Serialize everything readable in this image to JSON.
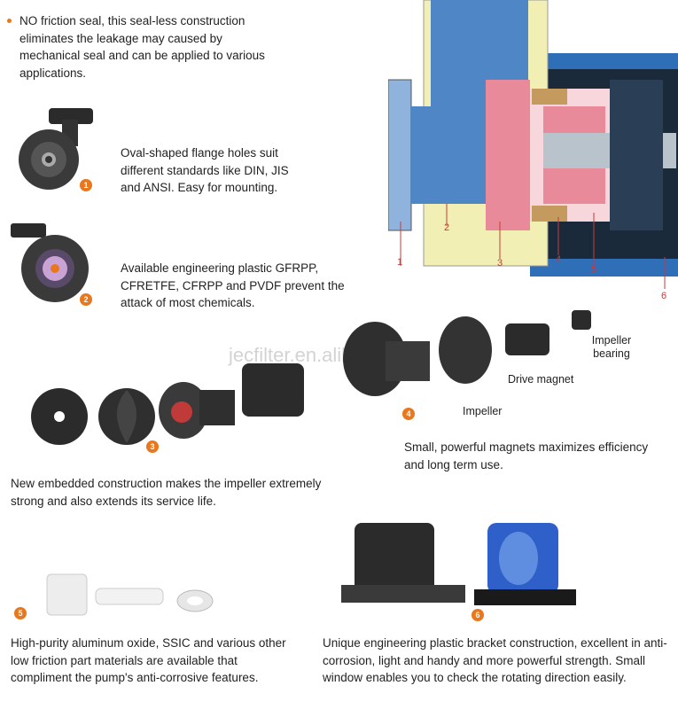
{
  "intro": {
    "text": "NO friction seal, this seal-less construction eliminates the leakage may caused by mechanical seal and can be applied to various applications."
  },
  "features": [
    {
      "badge": "1",
      "text": "Oval-shaped flange holes suit different standards like DIN, JIS and ANSI. Easy for mounting."
    },
    {
      "badge": "2",
      "text": "Available engineering plastic GFRPP, CFRETFE, CFRPP and PVDF prevent the attack of most chemicals."
    },
    {
      "badge": "3",
      "text": "New embedded construction makes the impeller extremely strong and also extends its service life."
    },
    {
      "badge": "4",
      "text": "Small, powerful magnets maximizes efficiency and long term use."
    },
    {
      "badge": "5",
      "text": "High-purity aluminum oxide, SSIC and various other low friction part materials are available that compliment the pump's anti-corrosive features."
    },
    {
      "badge": "6",
      "text": "Unique engineering plastic bracket construction, excellent in anti-corrosion, light and handy and more powerful strength. Small window enables you to check the rotating direction easily."
    }
  ],
  "part_labels": {
    "impeller_bearing": "Impeller bearing",
    "drive_magnet": "Drive magnet",
    "impeller": "Impeller"
  },
  "diagram_numbers": [
    "1",
    "2",
    "3",
    "4",
    "5",
    "6"
  ],
  "watermark": "jecfilter.en.alibaba.com",
  "colors": {
    "accent": "#e8771e",
    "pump_blue": "#4f86c6",
    "pump_pink": "#e88a9a",
    "pump_yellow": "#f2efb4"
  }
}
